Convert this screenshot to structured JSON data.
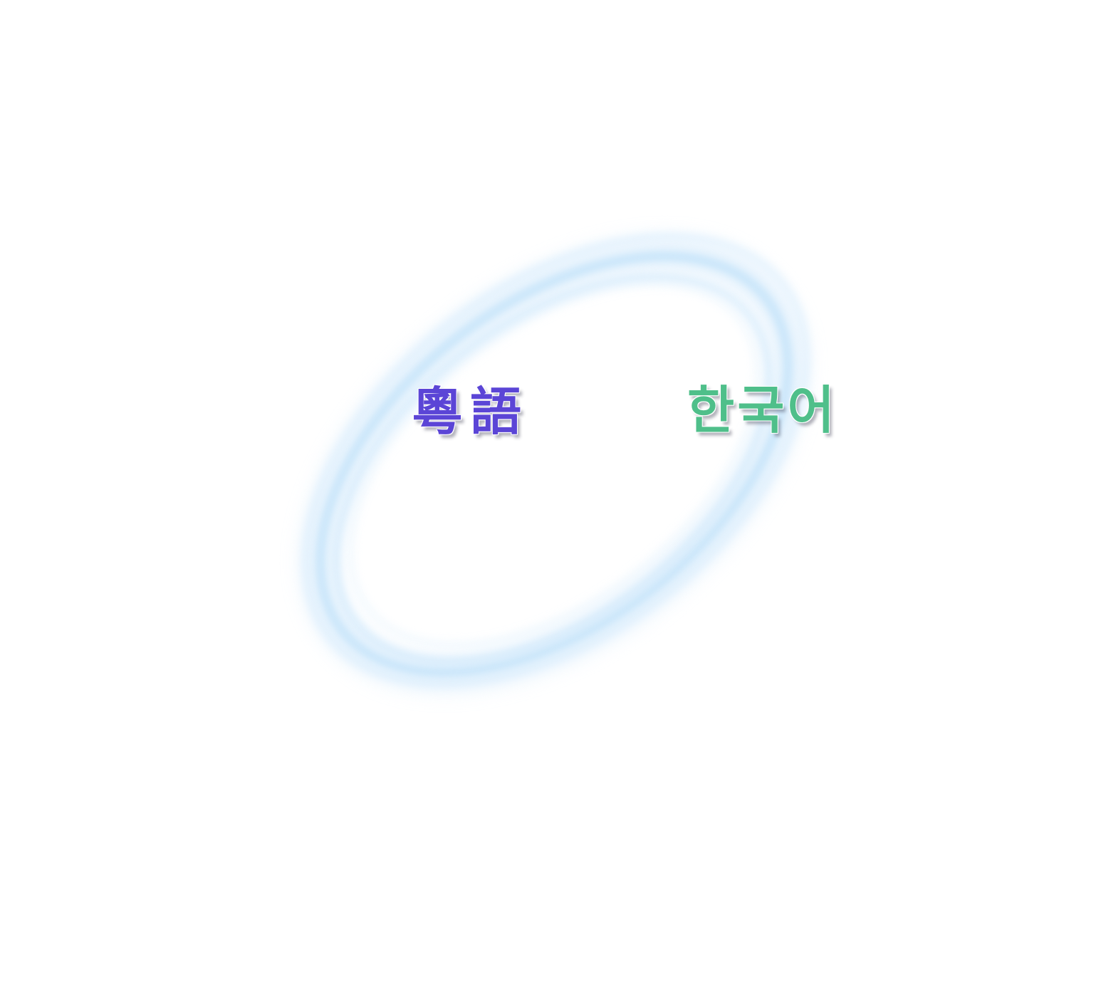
{
  "labels": {
    "left": "粵語",
    "right": "한국어"
  },
  "colors": {
    "left_text": "#5b45d6",
    "right_text": "#4fbf8a",
    "ring": "#9fd0f5",
    "background": "#ffffff"
  },
  "decoration": {
    "ring": "swirl-ring"
  }
}
